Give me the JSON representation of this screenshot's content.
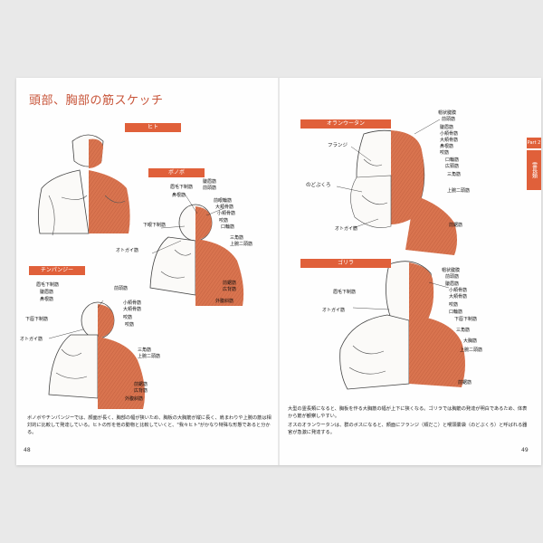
{
  "left_page": {
    "title": "頭部、胸部の筋スケッチ",
    "page_number": "48",
    "sections": {
      "human": {
        "banner": "ヒト"
      },
      "bonobo": {
        "banner": "ボノボ",
        "labels": [
          "眉毛下制筋",
          "皺眉筋",
          "前頭筋",
          "鼻根筋",
          "下眼下制筋",
          "前眼輪筋",
          "大頬骨筋",
          "小頬骨筋",
          "咬筋",
          "口輪筋",
          "オトガイ筋",
          "三角筋",
          "上腕二頭筋",
          "前鋸筋",
          "広背筋",
          "外腹斜筋"
        ]
      },
      "chimp": {
        "banner": "チンパンジー",
        "labels": [
          "眉毛下制筋",
          "皺眉筋",
          "鼻根筋",
          "下唇下制筋",
          "前頭筋",
          "小頬骨筋",
          "大頬骨筋",
          "咬筋",
          "オトガイ筋",
          "咬筋",
          "三角筋",
          "上腕二頭筋",
          "前鋸筋",
          "広背筋",
          "外腹斜筋"
        ]
      }
    },
    "body_text": "ボノボやチンパンジーでは、顔面が長く、胸部の幅が狭いため、胸板の大胸筋が縦に長く、肩まわりや上腕の筋は相対的に比較して発達している。ヒトの形を他の動物と比較していくと、\"我々ヒト\"がかなり特殊な形態であると分かる。"
  },
  "right_page": {
    "page_number": "49",
    "part_tab": "Part 2",
    "side_tab": "霊長類",
    "sections": {
      "orangutan": {
        "banner": "オランウータン",
        "labels": [
          "帽状腱膜",
          "前頭筋",
          "皺眉筋",
          "小頬骨筋",
          "大頬骨筋",
          "鼻根筋",
          "咬筋",
          "口輪筋",
          "広頸筋",
          "三角筋",
          "上腕二頭筋",
          "フランジ",
          "のどぶくろ",
          "オトガイ筋",
          "前鋸筋"
        ]
      },
      "gorilla": {
        "banner": "ゴリラ",
        "labels": [
          "帽状腱膜",
          "前頭筋",
          "眉毛下制筋",
          "皺眉筋",
          "小頬骨筋",
          "大頬骨筋",
          "咬筋",
          "口輪筋",
          "下唇下制筋",
          "オトガイ筋",
          "三角筋",
          "大胸筋",
          "上腕二頭筋",
          "前鋸筋"
        ]
      }
    },
    "body_text_1": "大型の霊長類になると、胸板を作る大胸筋の幅が上下に狭くなる。ゴリラでは胸筋の発達が明白であるため、体表から筋が観察しやすい。",
    "body_text_2": "オスのオランウータンは、群のボスになると、顔面にフランジ（頬だこ）と喉頭嚢袋（のどぶくろ）と呼ばれる器官が急激に発達する。"
  },
  "colors": {
    "accent": "#e0603a",
    "muscle": "#d9744f",
    "sketch": "#333333"
  }
}
